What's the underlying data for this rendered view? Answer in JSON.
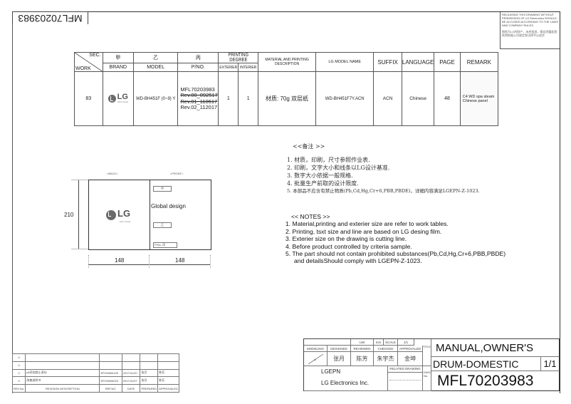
{
  "drawing_number_tag": "MFL70203983",
  "warning": {
    "en": "RELEASING THIS DRAWING WITHOUT PERMISSION OF LG Electronics SHOULD BE ACCUSED ACCORDING TO THE LAWS AND COMPANY RULES.",
    "cn": "图纸为LG的财产，未经批准，擅自泄露此图纸将依据公司规定和法律予以追究"
  },
  "work_table": {
    "headers_row1": {
      "sec": "SEC.",
      "work": "WORK",
      "jia": "甲",
      "yi": "乙",
      "bing": "丙",
      "printing_degree": "PRINTING DEGREE",
      "material": "MATERIAL AND PRINTING DESCRIPTION",
      "lg_model": "LG MODEL NAME",
      "suffix": "SUFFIX",
      "language": "LANGUAGE",
      "page": "PAGE",
      "remark": "REMARK"
    },
    "headers_row2": {
      "brand": "BRAND",
      "model": "MODEL",
      "pno": "P/NO.",
      "exterier": "EXTERIER",
      "interier": "INTERIER"
    },
    "row": {
      "work": "83",
      "brand_logo": "LG",
      "brand_slogan": "Life's Good",
      "model": "WD-BH451F  (0~9)  Y",
      "pno": "MFL70203983",
      "rev00": "Rev.00_092517",
      "rev01": "Rev.01_110617",
      "rev02": "Rev.02_112017",
      "exterier": "1",
      "interier": "1",
      "material": "材质: 70g 双层纸",
      "lg_model_name": "WD-BH451F7Y.ACN",
      "suffix": "ACN",
      "language": "Chinese",
      "page": "48",
      "remark_line1": "C4 WD spa steam",
      "remark_line2": "Chinese panel"
    }
  },
  "notes_cn": {
    "title": "<<备注 >>",
    "items": [
      "1.  材质，印刷，尺寸参照作业表.",
      "2.  印刷，文字大小和线条以LG设计基准.",
      "3.  数字大小依据一般规格.",
      "4.  批量生产前取的设计限度.",
      "5.  本部品不应含有禁止物质(Pb,Cd,Hg,Cr+6,PBB,PBDE)，详细内容满足LGEPN-Z-1023."
    ]
  },
  "notes_en": {
    "title": "<< NOTES >>",
    "items": [
      "1. Material,printing and exterier size are refer to work tables.",
      "2. Printing, tsxt  size and line are based on LG desing film.",
      "3. Exterier size on the drawing is cutting line.",
      "4. Before product controlled by criteria sample.",
      "5. The part should not contain prohibited substances(Pb,Cd,Hg,Cr+6,PBB,PBDE)"
    ],
    "continuation": "and detailsShould comply with LGEPN-Z-1023."
  },
  "drawing": {
    "back_label": "<BACK>",
    "front_label": "<FRONT>",
    "logo": "LG",
    "logo_slogan": "Life's Good",
    "front_text": "Global design",
    "box_jia": "甲",
    "box_yi": "乙",
    "box_pno": "P/No.   丙",
    "height_dim": "210",
    "width_back": "148",
    "width_front": "148"
  },
  "title_block": {
    "unit_label": "Unit",
    "unit_value": "mm",
    "scale_label": "SCALE",
    "scale_value": "1/1",
    "modeling": "MODELING",
    "designed": "DESIGNED",
    "reviewed": "REVIEWED",
    "checked": "CHECKED",
    "approvaled": "APPROVALED",
    "designer": "张月",
    "reviewer": "陈芳",
    "checker": "朱宇杰",
    "approver": "金坤",
    "title_label": "TITLE",
    "company_code": "LGEPN",
    "company_name": "LG Electronics Inc.",
    "related_drawing": "RELATED DRAWING",
    "dwg_no_label": "DWG. No.",
    "title_line1": "MANUAL,OWNER'S",
    "title_line2": "DRUM-DOMESTIC",
    "sheet": "1/1",
    "dwg_no": "MFL70203983"
  },
  "revision_table": {
    "rows": [
      {
        "desc": "",
        "ref": "",
        "date": "",
        "prepared": "",
        "approved": ""
      },
      {
        "desc": "",
        "ref": "",
        "date": "",
        "prepared": "",
        "approved": ""
      },
      {
        "desc": "p8添加禁止语句",
        "ref": "EFGH800125",
        "date": "2017/11/20",
        "prepared": "张月",
        "approved": "陈芳"
      },
      {
        "desc": "改善说明书",
        "ref": "EFGH800023",
        "date": "2017/11/07",
        "prepared": "张月",
        "approved": "陈芳"
      }
    ],
    "headers": {
      "rev_no": "REV.No.",
      "desc": "REVISION DESCRIPTION",
      "ref": "REF.NO.",
      "date": "DATE",
      "prepared": "PREPARED",
      "approved": "APPROVALED"
    }
  }
}
